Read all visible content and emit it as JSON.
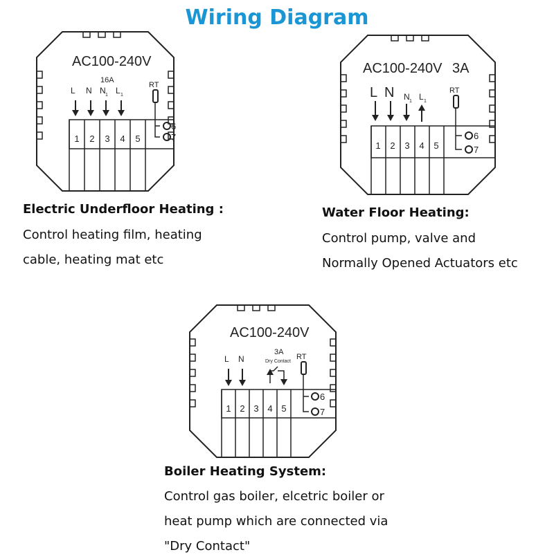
{
  "title": "Wiring Diagram",
  "colors": {
    "title": "#1a96d4",
    "line": "#222222",
    "text": "#111111"
  },
  "d1": {
    "voltage": "AC100-240V",
    "rating": "16A",
    "lbl_l": "L",
    "lbl_n": "N",
    "lbl_n1": "N",
    "lbl_l1": "L",
    "sub1": "1",
    "sub2": "1",
    "rt": "RT",
    "terminals": [
      "1",
      "2",
      "3",
      "4",
      "5"
    ],
    "t6": "6",
    "t7": "7",
    "heading": "Electric Underfloor Heating :",
    "desc": [
      "Control heating film, heating",
      "cable, heating mat etc"
    ]
  },
  "d2": {
    "voltage": "AC100-240V",
    "rating": "3A",
    "lbl_l": "L",
    "lbl_n": "N",
    "lbl_n1": "N",
    "lbl_l1": "L",
    "sub1": "1",
    "sub2": "1",
    "rt": "RT",
    "terminals": [
      "1",
      "2",
      "3",
      "4",
      "5"
    ],
    "t6": "6",
    "t7": "7",
    "heading": "Water Floor Heating:",
    "desc": [
      "Control pump, valve and",
      "Normally Opened Actuators etc"
    ]
  },
  "d3": {
    "voltage": "AC100-240V",
    "rating": "3A",
    "dry": "Dry Contact",
    "lbl_l": "L",
    "lbl_n": "N",
    "rt": "RT",
    "terminals": [
      "1",
      "2",
      "3",
      "4",
      "5"
    ],
    "t6": "6",
    "t7": "7",
    "heading": "Boiler Heating System:",
    "desc": [
      "Control gas boiler, elcetric boiler or",
      "heat pump which are connected via",
      "\"Dry Contact\""
    ]
  }
}
